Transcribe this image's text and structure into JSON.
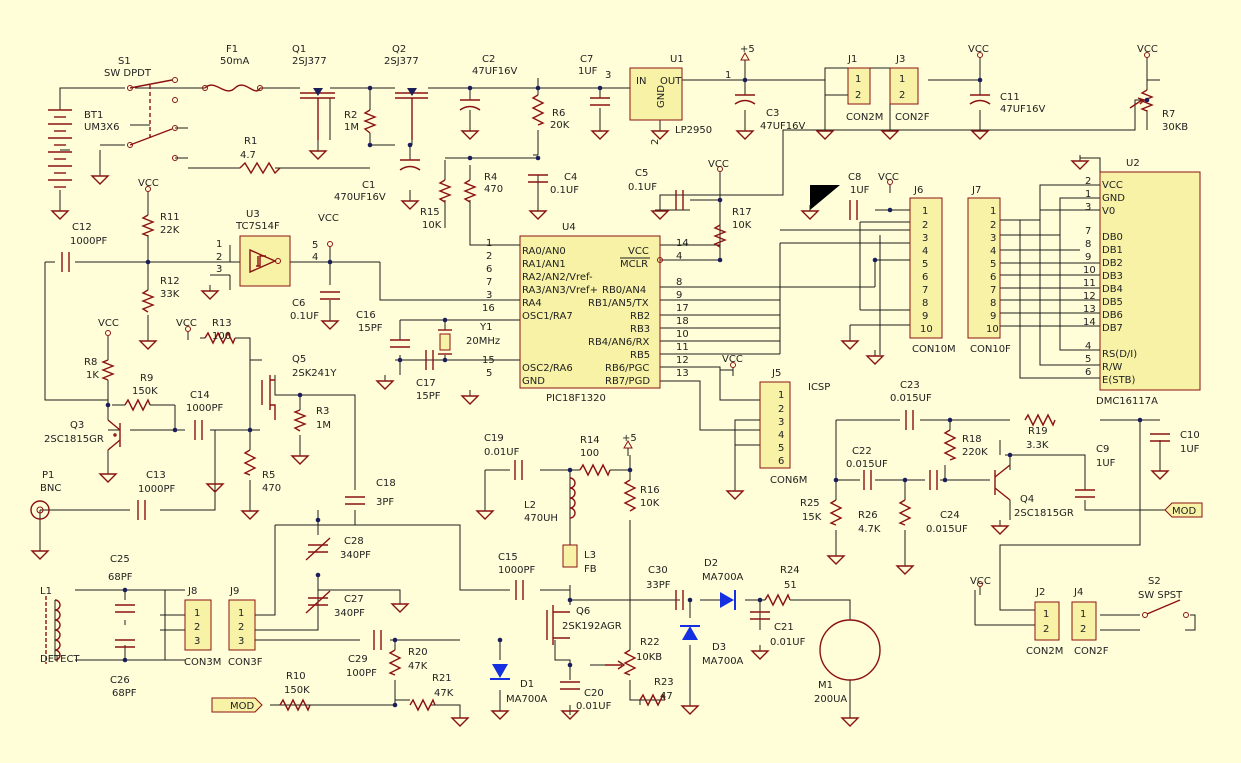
{
  "components": {
    "BT1": [
      "BT1",
      "UM3X6"
    ],
    "S1": [
      "S1",
      "SW DPDT"
    ],
    "F1": [
      "F1",
      "50mA"
    ],
    "Q1": [
      "Q1",
      "2SJ377"
    ],
    "Q2": [
      "Q2",
      "2SJ377"
    ],
    "R2": [
      "R2",
      "1M"
    ],
    "R1": [
      "R1",
      "4.7"
    ],
    "C1": [
      "C1",
      "470UF16V"
    ],
    "C2": [
      "C2",
      "47UF16V"
    ],
    "R6": [
      "R6",
      "20K"
    ],
    "C7": [
      "C7",
      "1UF"
    ],
    "U1": [
      "U1",
      "LP2950"
    ],
    "C3": [
      "C3",
      "47UF16V"
    ],
    "J1": [
      "J1",
      "CON2M"
    ],
    "J3": [
      "J3",
      "CON2F"
    ],
    "C11": [
      "C11",
      "47UF16V"
    ],
    "R7": [
      "R7",
      "30KB"
    ],
    "C4": [
      "C4",
      "0.1UF"
    ],
    "R15": [
      "R15",
      "10K"
    ],
    "R4": [
      "R4",
      "470"
    ],
    "C5": [
      "C5",
      "0.1UF"
    ],
    "R17": [
      "R17",
      "10K"
    ],
    "C8": [
      "C8",
      "1UF"
    ],
    "J6": [
      "J6",
      "CON10M"
    ],
    "J7": [
      "J7",
      "CON10F"
    ],
    "U2": [
      "U2",
      "DMC16117A"
    ],
    "R11": [
      "R11",
      "22K"
    ],
    "R12": [
      "R12",
      "33K"
    ],
    "C12": [
      "C12",
      "1000PF"
    ],
    "U3": [
      "U3",
      "TC7S14F"
    ],
    "C6": [
      "C6",
      "0.1UF"
    ],
    "U4": [
      "U4",
      "PIC18F1320"
    ],
    "C16": [
      "C16",
      "15PF"
    ],
    "Y1": [
      "Y1",
      "20MHz"
    ],
    "C17": [
      "C17",
      "15PF"
    ],
    "R13": [
      "R13",
      "100"
    ],
    "Q5": [
      "Q5",
      "2SK241Y"
    ],
    "R8": [
      "R8",
      "1K"
    ],
    "R9": [
      "R9",
      "150K"
    ],
    "C14": [
      "C14",
      "1000PF"
    ],
    "R3": [
      "R3",
      "1M"
    ],
    "Q3": [
      "Q3",
      "2SC1815GR"
    ],
    "R5": [
      "R5",
      "470"
    ],
    "C13": [
      "C13",
      "1000PF"
    ],
    "P1": [
      "P1",
      "BNC"
    ],
    "C18": [
      "C18",
      "3PF"
    ],
    "J5": [
      "J5",
      "CON6M"
    ],
    "C19": [
      "C19",
      "0.01UF"
    ],
    "R14": [
      "R14",
      "100"
    ],
    "R16": [
      "R16",
      "10K"
    ],
    "L2": [
      "L2",
      "470UH"
    ],
    "L3": [
      "L3",
      "FB"
    ],
    "C15": [
      "C15",
      "1000PF"
    ],
    "C23": [
      "C23",
      "0.015UF"
    ],
    "R18": [
      "R18",
      "220K"
    ],
    "R19": [
      "R19",
      "3.3K"
    ],
    "C9": [
      "C9",
      "1UF"
    ],
    "C10": [
      "C10",
      "1UF"
    ],
    "C22": [
      "C22",
      "0.015UF"
    ],
    "R25": [
      "R25",
      "15K"
    ],
    "R26": [
      "R26",
      "4.7K"
    ],
    "C24": [
      "C24",
      "0.015UF"
    ],
    "Q4": [
      "Q4",
      "2SC1815GR"
    ],
    "C25": [
      "C25",
      "68PF"
    ],
    "C26": [
      "C26",
      "68PF"
    ],
    "J8": [
      "J8",
      "CON3M"
    ],
    "J9": [
      "J9",
      "CON3F"
    ],
    "C28": [
      "C28",
      "340PF"
    ],
    "C27": [
      "C27",
      "340PF"
    ],
    "L1": [
      "L1",
      "DETECT"
    ],
    "C30": [
      "C30",
      "33PF"
    ],
    "D2": [
      "D2",
      "MA700A"
    ],
    "R24": [
      "R24",
      "51"
    ],
    "C21": [
      "C21",
      "0.01UF"
    ],
    "Q6": [
      "Q6",
      "2SK192AGR"
    ],
    "D3": [
      "D3",
      "MA700A"
    ],
    "M1": [
      "M1",
      "200UA"
    ],
    "R22": [
      "R22",
      "10KB"
    ],
    "R23": [
      "R23",
      "47"
    ],
    "C29": [
      "C29",
      "100PF"
    ],
    "R20": [
      "R20",
      "47K"
    ],
    "R21": [
      "R21",
      "47K"
    ],
    "R10": [
      "R10",
      "150K"
    ],
    "D1": [
      "D1",
      "MA700A"
    ],
    "C20": [
      "C20",
      "0.01UF"
    ],
    "J2": [
      "J2",
      "CON2M"
    ],
    "J4": [
      "J4",
      "CON2F"
    ],
    "S2": [
      "S2",
      "SW SPST"
    ]
  },
  "power": {
    "vcc": "VCC",
    "plus5": "+5"
  },
  "module_tag": "MOD",
  "icsp_label": "ICSP",
  "u1_pins": {
    "in": "IN",
    "out": "OUT",
    "gnd": "GND",
    "pin1": "1",
    "pin2": "2",
    "pin3": "3"
  },
  "u4": {
    "left_pins": [
      {
        "num": "1",
        "name": "RA0/AN0"
      },
      {
        "num": "2",
        "name": "RA1/AN1"
      },
      {
        "num": "6",
        "name": "RA2/AN2/Vref-"
      },
      {
        "num": "7",
        "name": "RA3/AN3/Vref+"
      },
      {
        "num": "3",
        "name": "RA4"
      },
      {
        "num": "16",
        "name": "OSC1/RA7"
      },
      {
        "num": "15",
        "name": "OSC2/RA6"
      },
      {
        "num": "5",
        "name": "GND"
      }
    ],
    "right_pins": [
      {
        "num": "14",
        "name": "VCC"
      },
      {
        "num": "4",
        "name": "MCLR"
      },
      {
        "num": "8",
        "name": "RB0/AN4"
      },
      {
        "num": "9",
        "name": "RB1/AN5/TX"
      },
      {
        "num": "17",
        "name": "RB2"
      },
      {
        "num": "18",
        "name": "RB3"
      },
      {
        "num": "10",
        "name": "RB4/AN6/RX"
      },
      {
        "num": "11",
        "name": "RB5"
      },
      {
        "num": "12",
        "name": "RB6/PGC"
      },
      {
        "num": "13",
        "name": "RB7/PGD"
      }
    ]
  },
  "u2_pins": [
    {
      "num": "2",
      "name": "VCC"
    },
    {
      "num": "1",
      "name": "GND"
    },
    {
      "num": "3",
      "name": "V0"
    },
    {
      "num": "7",
      "name": "DB0"
    },
    {
      "num": "8",
      "name": "DB1"
    },
    {
      "num": "9",
      "name": "DB2"
    },
    {
      "num": "10",
      "name": "DB3"
    },
    {
      "num": "11",
      "name": "DB4"
    },
    {
      "num": "12",
      "name": "DB5"
    },
    {
      "num": "13",
      "name": "DB6"
    },
    {
      "num": "14",
      "name": "DB7"
    },
    {
      "num": "4",
      "name": "RS(D/I)"
    },
    {
      "num": "5",
      "name": "R/W"
    },
    {
      "num": "6",
      "name": "E(STB)"
    }
  ],
  "u3_pins": {
    "p1": "1",
    "p2": "2",
    "p3": "3",
    "p4": "4",
    "p5": "5"
  },
  "connectors": {
    "J1": [
      "1",
      "2"
    ],
    "J3": [
      "1",
      "2"
    ],
    "J2": [
      "1",
      "2"
    ],
    "J4": [
      "1",
      "2"
    ],
    "J6": [
      "1",
      "2",
      "3",
      "4",
      "5",
      "6",
      "7",
      "8",
      "9",
      "10"
    ],
    "J7": [
      "1",
      "2",
      "3",
      "4",
      "5",
      "6",
      "7",
      "8",
      "9",
      "10"
    ],
    "J5": [
      "1",
      "2",
      "3",
      "4",
      "5",
      "6"
    ],
    "J8": [
      "1",
      "2",
      "3"
    ],
    "J9": [
      "1",
      "2",
      "3"
    ]
  },
  "colors": {
    "background": "#fffed8",
    "wire": "#1d1d1d",
    "component": "#8b1212",
    "body_fill": "#f7f2a6",
    "junction": "#1c1d5b",
    "diode": "#1530e0"
  }
}
